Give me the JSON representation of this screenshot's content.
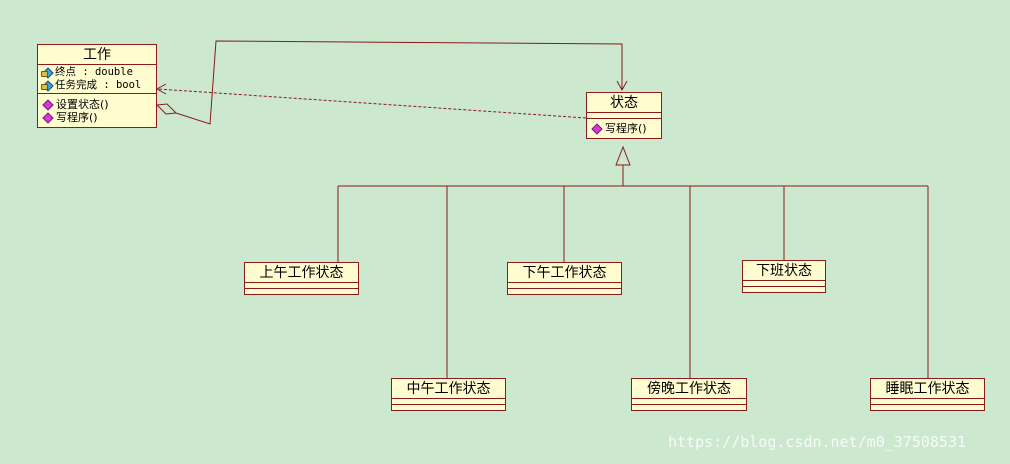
{
  "classes": {
    "work": {
      "name": "工作",
      "attributes": [
        "终点 : double",
        "任务完成 : bool"
      ],
      "operations": [
        "设置状态()",
        "写程序()"
      ]
    },
    "state": {
      "name": "状态",
      "operations": [
        "写程序()"
      ]
    },
    "morning": {
      "name": "上午工作状态"
    },
    "noon": {
      "name": "中午工作状态"
    },
    "afternoon": {
      "name": "下午工作状态"
    },
    "evening": {
      "name": "傍晚工作状态"
    },
    "offwork": {
      "name": "下班状态"
    },
    "sleep": {
      "name": "睡眠工作状态"
    }
  },
  "colors": {
    "background": "#cce8cf",
    "class_fill": "#fffdd0",
    "line": "#8b1a1a"
  },
  "watermark": "https://blog.csdn.net/m0_37508531"
}
